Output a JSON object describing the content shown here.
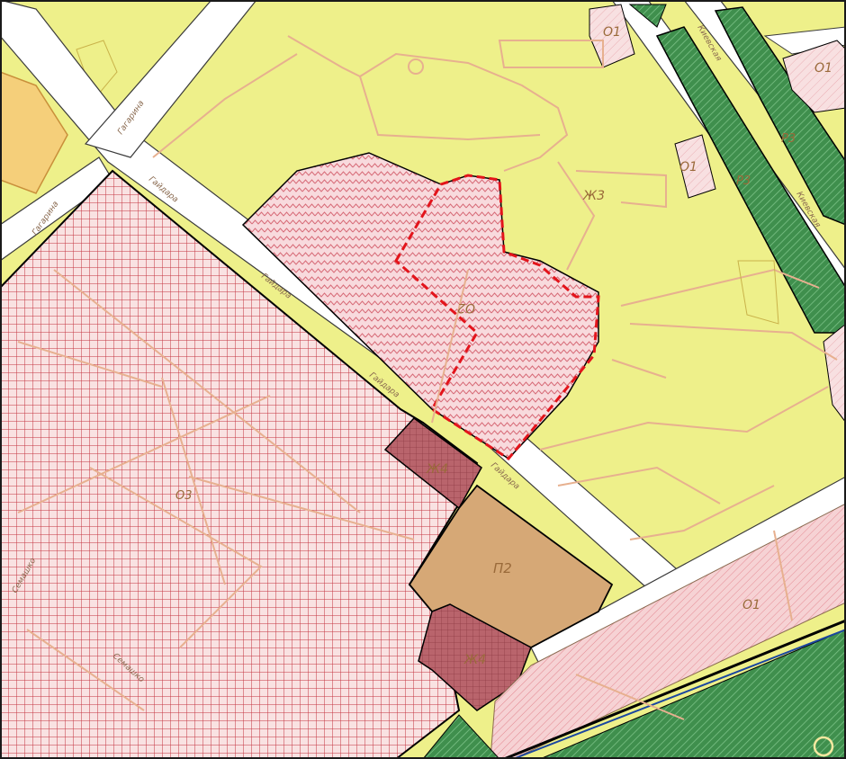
{
  "map": {
    "colors": {
      "residential": "#eef08a",
      "public_pink": "#f7d6d8",
      "public_hatch": "#e37882",
      "crosshatch": "#c4333f",
      "zh4_fill": "#b8626a",
      "industrial": "#d6a876",
      "recreation": "#4f9d5a",
      "road": "#ffffff",
      "path": "#e7b08f",
      "boundary": "#000000",
      "project_boundary": "#e3141b"
    },
    "zones": {
      "zh3": "Ж3",
      "o2": "О2",
      "o3": "О3",
      "zh4_upper": "Ж4",
      "zh4_lower": "Ж4",
      "p2": "П2",
      "o1_bottom": "О1",
      "o1_top": "О1",
      "o1_top_right": "О1",
      "o1_mid": "О1",
      "r3_upper": "Р3",
      "r3_lower": "Р3"
    },
    "streets": {
      "gagarina_a": "Гагарина",
      "gagarina_b": "Гагарина",
      "gaidara_a": "Гайдара",
      "gaidara_b": "Гайдара",
      "gaidara_c": "Гайдара",
      "gaidara_d": "Гайдара",
      "kievskaya_a": "Киевская",
      "kievskaya_b": "Киевская",
      "semashko_a": "Семашко",
      "semashko_b": "Семашко"
    }
  }
}
